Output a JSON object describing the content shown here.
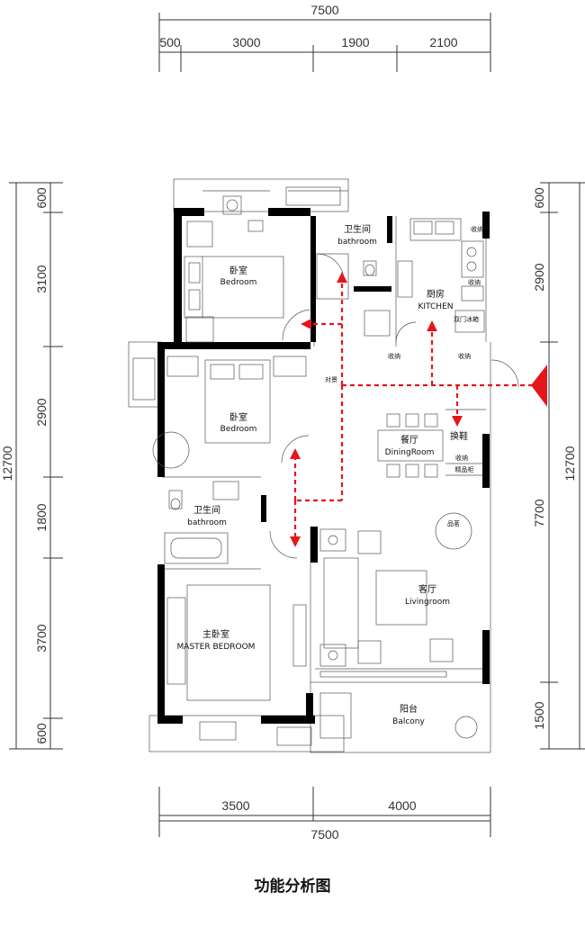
{
  "dimensions": {
    "top_total": "7500",
    "top_segments": [
      "500",
      "3000",
      "1900",
      "2100"
    ],
    "bottom_segments": [
      "3500",
      "4000"
    ],
    "bottom_total": "7500",
    "left_total": "12700",
    "left_segments": [
      "600",
      "3100",
      "2900",
      "1800",
      "3700",
      "600"
    ],
    "right_total": "12700",
    "right_segments": [
      "600",
      "2900",
      "7700",
      "1500"
    ]
  },
  "rooms": {
    "bedroom_north": {
      "cn": "卧室",
      "en": "Bedroom"
    },
    "bathroom_north": {
      "cn": "卫生间",
      "en": "bathroom"
    },
    "kitchen": {
      "cn": "厨房",
      "en": "KITCHEN"
    },
    "bedroom_middle": {
      "cn": "卧室",
      "en": "Bedroom"
    },
    "dining": {
      "cn": "餐厅",
      "en": "DiningRoom"
    },
    "shoe_change": {
      "cn": "换鞋"
    },
    "bathroom_south": {
      "cn": "卫生间",
      "en": "bathroom"
    },
    "living": {
      "cn": "客厅",
      "en": "Livingroom"
    },
    "master_bedroom": {
      "cn": "主卧室",
      "en": "MASTER BEDROOM"
    },
    "balcony": {
      "cn": "阳台",
      "en": "Balcony"
    }
  },
  "small_labels": {
    "storage_1": "收纳",
    "storage_2": "收纳",
    "storage_3": "收纳",
    "storage_4": "收纳",
    "storage_5": "收纳",
    "fridge": "双门冰箱",
    "view_wall": "对景",
    "display_cabinet": "精品柜",
    "tea": "品茗"
  },
  "caption": "功能分析图",
  "colors": {
    "flow_arrow": "#e4161b",
    "wall": "#000000",
    "line": "#333333"
  }
}
